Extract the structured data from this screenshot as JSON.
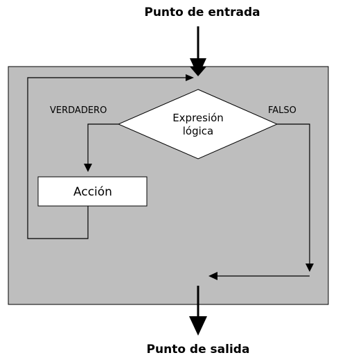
{
  "diagram": {
    "entry_label": "Punto de entrada",
    "exit_label": "Punto de salida",
    "condition_text_line1": "Expresión",
    "condition_text_line2": "lógica",
    "true_branch_label": "VERDADERO",
    "false_branch_label": "FALSO",
    "action_label": "Acción"
  },
  "colors": {
    "panel_fill": "#bebebe",
    "node_fill": "#ffffff",
    "stroke": "#000000"
  }
}
